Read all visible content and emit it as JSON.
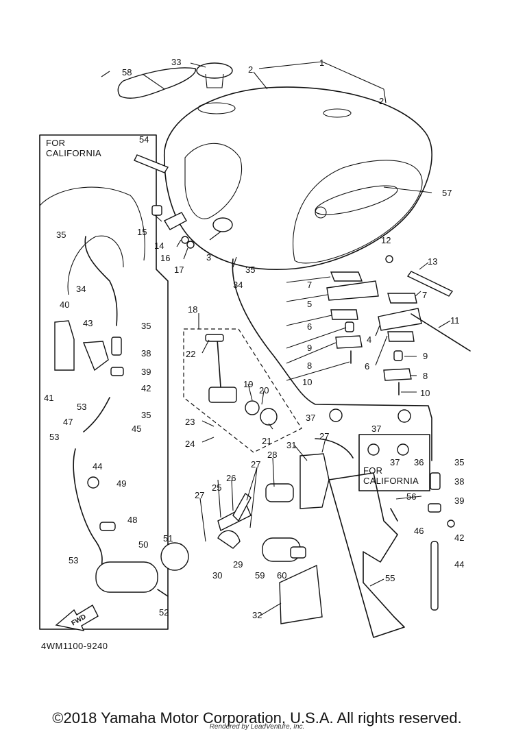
{
  "diagram": {
    "callouts": [
      "1",
      "2",
      "2",
      "3",
      "4",
      "5",
      "6",
      "6",
      "7",
      "7",
      "8",
      "8",
      "9",
      "9",
      "10",
      "10",
      "11",
      "12",
      "13",
      "14",
      "15",
      "16",
      "17",
      "18",
      "19",
      "20",
      "21",
      "22",
      "23",
      "24",
      "25",
      "26",
      "27",
      "27",
      "27",
      "28",
      "29",
      "30",
      "31",
      "32",
      "33",
      "34",
      "34",
      "35",
      "35",
      "35",
      "35",
      "35",
      "36",
      "37",
      "37",
      "37",
      "38",
      "38",
      "39",
      "39",
      "40",
      "41",
      "42",
      "42",
      "43",
      "44",
      "44",
      "45",
      "46",
      "47",
      "48",
      "49",
      "50",
      "51",
      "52",
      "53",
      "53",
      "53",
      "54",
      "55",
      "56",
      "57",
      "58",
      "59",
      "60"
    ],
    "california_box_title_1": "FOR\nCALIFORNIA",
    "california_box_title_2": "FOR\nCALIFORNIA",
    "fwd_arrow_label": "FWD",
    "document_code": "4WM1100-9240",
    "copyright": "©2018 Yamaha Motor Corporation, U.S.A. All rights reserved.",
    "rendered_by": "Rendered by LeadVenture, Inc."
  }
}
